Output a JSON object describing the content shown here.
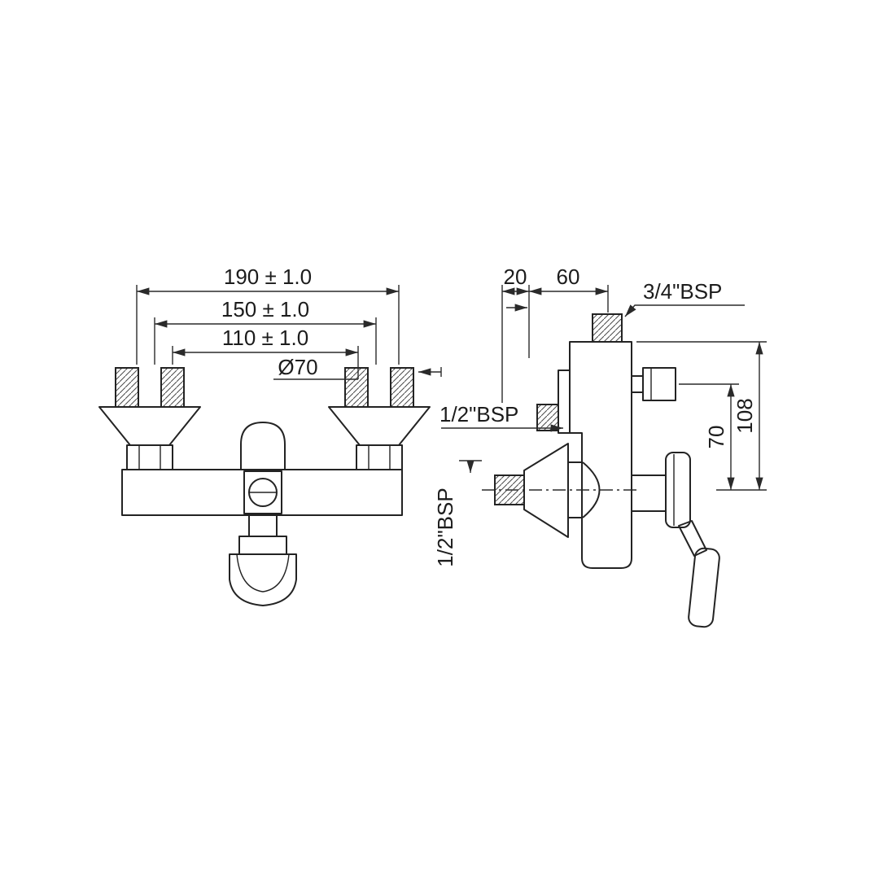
{
  "page": {
    "background_color": "#ffffff",
    "line_color": "#232323"
  },
  "front_view": {
    "dim_width_outer": "190 ± 1.0",
    "dim_width_mid": "150 ± 1.0",
    "dim_width_inner": "110 ± 1.0",
    "dim_flange_diameter": "Ø70"
  },
  "side_view": {
    "dim_depth_20": "20",
    "dim_depth_60": "60",
    "label_outlet_top": "3/4\"BSP",
    "label_outlet_side": "1/2\"BSP",
    "dim_height_70": "70",
    "dim_height_108": "108",
    "label_inlet": "1/2\"BSP"
  }
}
